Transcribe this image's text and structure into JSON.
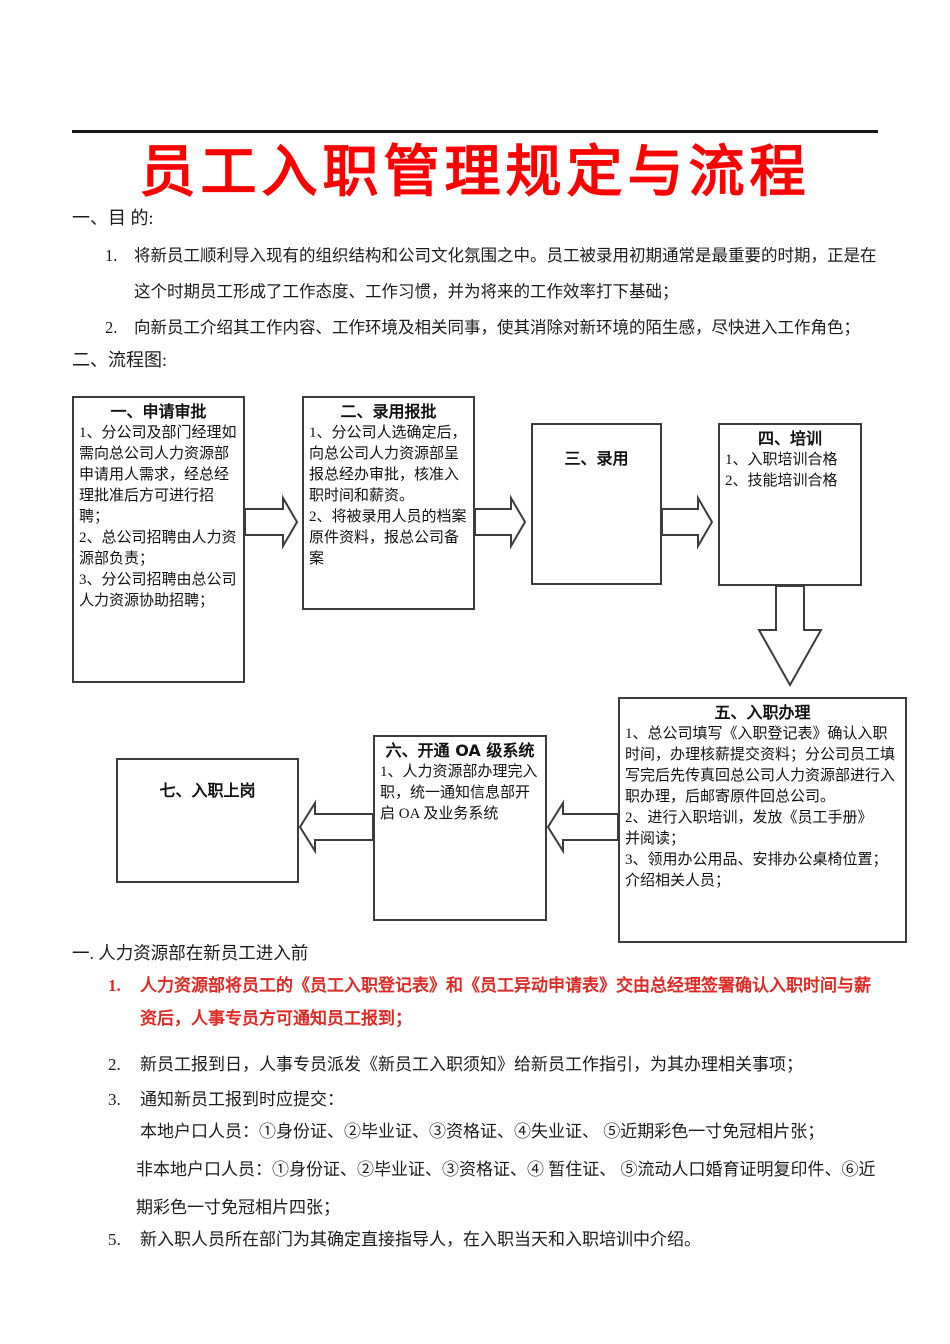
{
  "doc": {
    "title": "员工入职管理规定与流程"
  },
  "colors": {
    "title_red": "#fe0000",
    "emphasis_red": "#df2b25",
    "text_black": "#1b1b1b",
    "box_border": "#3c3c3c"
  },
  "purpose": {
    "heading": "一、目 的:",
    "items": [
      {
        "num": "1.",
        "text": "将新员工顺利导入现有的组织结构和公司文化氛围之中。员工被录用初期通常是最重要的时期，正是在这个时期员工形成了工作态度、工作习惯，并为将来的工作效率打下基础；"
      },
      {
        "num": "2.",
        "text": "向新员工介绍其工作内容、工作环境及相关同事，使其消除对新环境的陌生感，尽快进入工作角色；"
      }
    ]
  },
  "flowchart": {
    "heading": "二、流程图:",
    "boxes": [
      {
        "title": "一、申请审批",
        "lines": [
          "1、分公司及部门经理如需向总公司人力资源部申请用人需求，经总经理批准后方可进行招聘；",
          "2、总公司招聘由人力资源部负责；",
          "3、分公司招聘由总公司人力资源协助招聘；"
        ]
      },
      {
        "title": "二、录用报批",
        "lines": [
          "1、分公司人选确定后，向总公司人力资源部呈报总经办审批，核准入职时间和薪资。",
          "2、将被录用人员的档案原件资料，报总公司备案"
        ]
      },
      {
        "title": "三、录用",
        "lines": []
      },
      {
        "title": "四、培训",
        "lines": [
          "1、入职培训合格",
          "2、技能培训合格"
        ]
      },
      {
        "title": "五、入职办理",
        "lines": [
          "1、总公司填写《入职登记表》确认入职时间，办理核薪提交资料；分公司员工填写完后先传真回总公司人力资源部进行入职办理，后邮寄原件回总公司。",
          "2、进行入职培训，发放《员工手册》",
          "并阅读；",
          "3、领用办公用品、安排办公桌椅位置；介绍相关人员；"
        ]
      },
      {
        "title": "六、开通 OA 级系统",
        "lines": [
          "1、人力资源部办理完入职，统一通知信息部开启 OA 及业务系统"
        ]
      },
      {
        "title": "七、入职上岗",
        "lines": []
      }
    ]
  },
  "section": {
    "heading": "一.  人力资源部在新员工进入前",
    "items": [
      {
        "num": "1.",
        "text": "人力资源部将员工的《员工入职登记表》和《员工异动申请表》交由总经理签署确认入职时间与薪资后，人事专员方可通知员工报到；"
      },
      {
        "num": "2.",
        "text": "新员工报到日，人事专员派发《新员工入职须知》给新员工作指引，为其办理相关事项；"
      },
      {
        "num": "3.",
        "text": "通知新员工报到时应提交："
      },
      {
        "num": "5.",
        "text": "新入职人员所在部门为其确定直接指导人，在入职当天和入职培训中介绍。"
      }
    ],
    "sub_lines": [
      "本地户口人员：①身份证、②毕业证、③资格证、④失业证、 ⑤近期彩色一寸免冠相片张；",
      "非本地户口人员：①身份证、②毕业证、③资格证、④ 暂住证、 ⑤流动人口婚育证明复印件、⑥近期彩色一寸免冠相片四张；"
    ]
  }
}
